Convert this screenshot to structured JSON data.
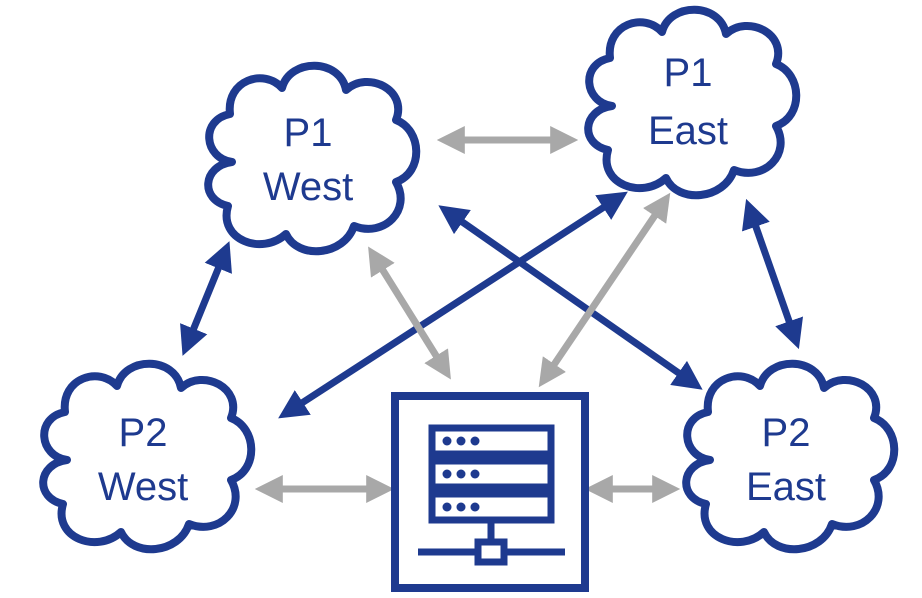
{
  "colors": {
    "primary": "#1e3a8f",
    "secondary": "#a8a8a8",
    "background": "#ffffff"
  },
  "nodes": {
    "p1_west": {
      "line1": "P1",
      "line2": "West"
    },
    "p1_east": {
      "line1": "P1",
      "line2": "East"
    },
    "p2_west": {
      "line1": "P2",
      "line2": "West"
    },
    "p2_east": {
      "line1": "P2",
      "line2": "East"
    },
    "server": {
      "icon": "server-network-icon"
    }
  },
  "links": [
    {
      "from": "P1 West",
      "to": "P1 East",
      "color": "secondary"
    },
    {
      "from": "P1 West",
      "to": "P2 West",
      "color": "primary"
    },
    {
      "from": "P1 West",
      "to": "P2 East",
      "color": "primary"
    },
    {
      "from": "P1 East",
      "to": "P2 West",
      "color": "primary"
    },
    {
      "from": "P1 East",
      "to": "P2 East",
      "color": "primary"
    },
    {
      "from": "P1 West",
      "to": "Server",
      "color": "secondary"
    },
    {
      "from": "P1 East",
      "to": "Server",
      "color": "secondary"
    },
    {
      "from": "P2 West",
      "to": "Server",
      "color": "secondary"
    },
    {
      "from": "P2 East",
      "to": "Server",
      "color": "secondary"
    }
  ]
}
